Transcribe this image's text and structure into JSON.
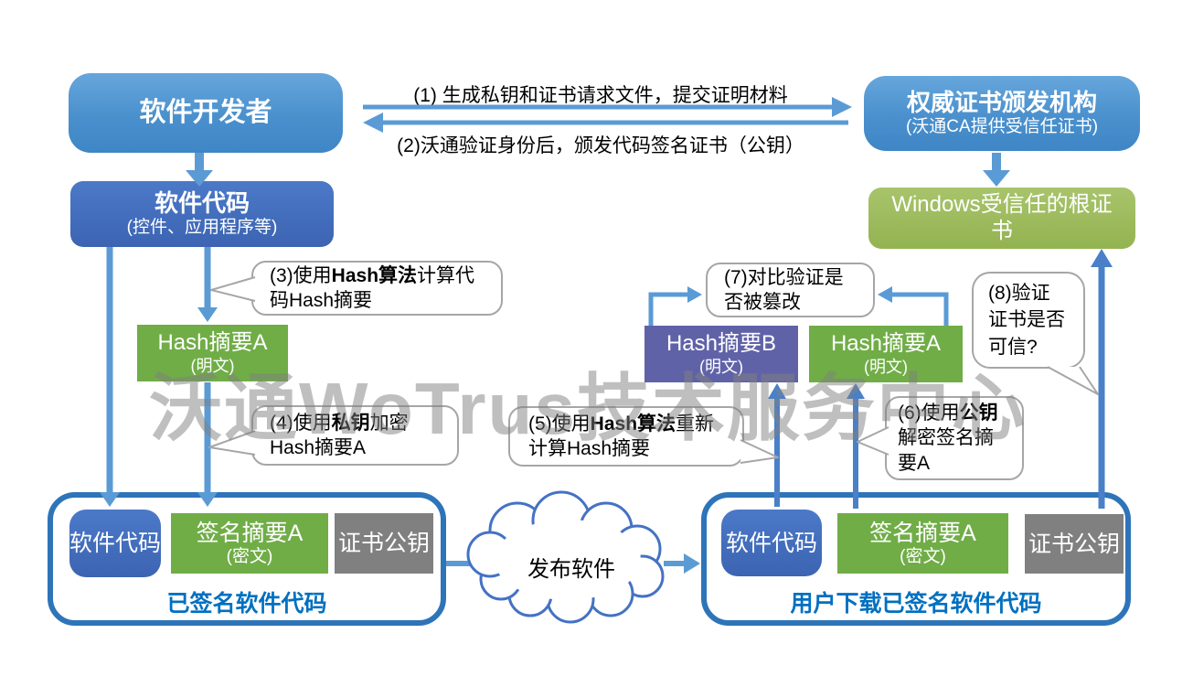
{
  "watermark": "沃通WoTrus技术服务中心",
  "colors": {
    "box_blue_light": "#4A90CD",
    "box_blue_dark": "#3F6BB8",
    "box_green": "#70AD47",
    "box_purple": "#6062A8",
    "box_gray": "#808080",
    "box_olive": "#9CBB5C",
    "arrow_blue": "#5B9BD5",
    "container_border": "#2E74B8",
    "label_blue": "#0070C0",
    "callout_border": "#A6A6A6",
    "watermark_gray": "#808080"
  },
  "nodes": {
    "developer": {
      "label": "软件开发者"
    },
    "ca": {
      "title": "权威证书颁发机构",
      "subtitle": "(沃通CA提供受信任证书)"
    },
    "software_code": {
      "title": "软件代码",
      "subtitle": "(控件、应用程序等)"
    },
    "root_cert": {
      "label": "Windows受信任的根证书"
    },
    "hash_digest_a_left": {
      "title": "Hash摘要A",
      "subtitle": "(明文)"
    },
    "hash_digest_b": {
      "title": "Hash摘要B",
      "subtitle": "(明文)"
    },
    "hash_digest_a_right": {
      "title": "Hash摘要A",
      "subtitle": "(明文)"
    }
  },
  "flows": {
    "step1": "(1) 生成私钥和证书请求文件，提交证明材料",
    "step2": "(2)沃通验证身份后，颁发代码签名证书（公钥）"
  },
  "callouts": {
    "step3": {
      "parts": [
        {
          "text": "(3)使用"
        },
        {
          "text": "Hash算法",
          "bold": true
        },
        {
          "text": "计算代码Hash摘要"
        }
      ]
    },
    "step4": {
      "parts": [
        {
          "text": "(4)使用"
        },
        {
          "text": "私钥",
          "bold": true
        },
        {
          "text": "加密Hash摘要A"
        }
      ]
    },
    "step5": {
      "parts": [
        {
          "text": "(5)使用"
        },
        {
          "text": "Hash算法",
          "bold": true
        },
        {
          "text": "重新计算Hash摘要"
        }
      ]
    },
    "step6": {
      "parts": [
        {
          "text": "(6)使用"
        },
        {
          "text": "公钥",
          "bold": true
        },
        {
          "text": "解密签名摘要A"
        }
      ]
    },
    "step7": {
      "parts": [
        {
          "text": "(7)对比验证是否被篡改"
        }
      ]
    },
    "step8": {
      "parts": [
        {
          "text": "(8)验证证书是否可信?"
        }
      ]
    }
  },
  "packages": {
    "signed": {
      "label": "已签名软件代码",
      "code": "软件代码",
      "digest_title": "签名摘要A",
      "digest_sub": "(密文)",
      "cert": "证书公钥"
    },
    "downloaded": {
      "label": "用户下载已签名软件代码",
      "code": "软件代码",
      "digest_title": "签名摘要A",
      "digest_sub": "(密文)",
      "cert": "证书公钥"
    }
  },
  "cloud": {
    "label": "发布软件"
  }
}
